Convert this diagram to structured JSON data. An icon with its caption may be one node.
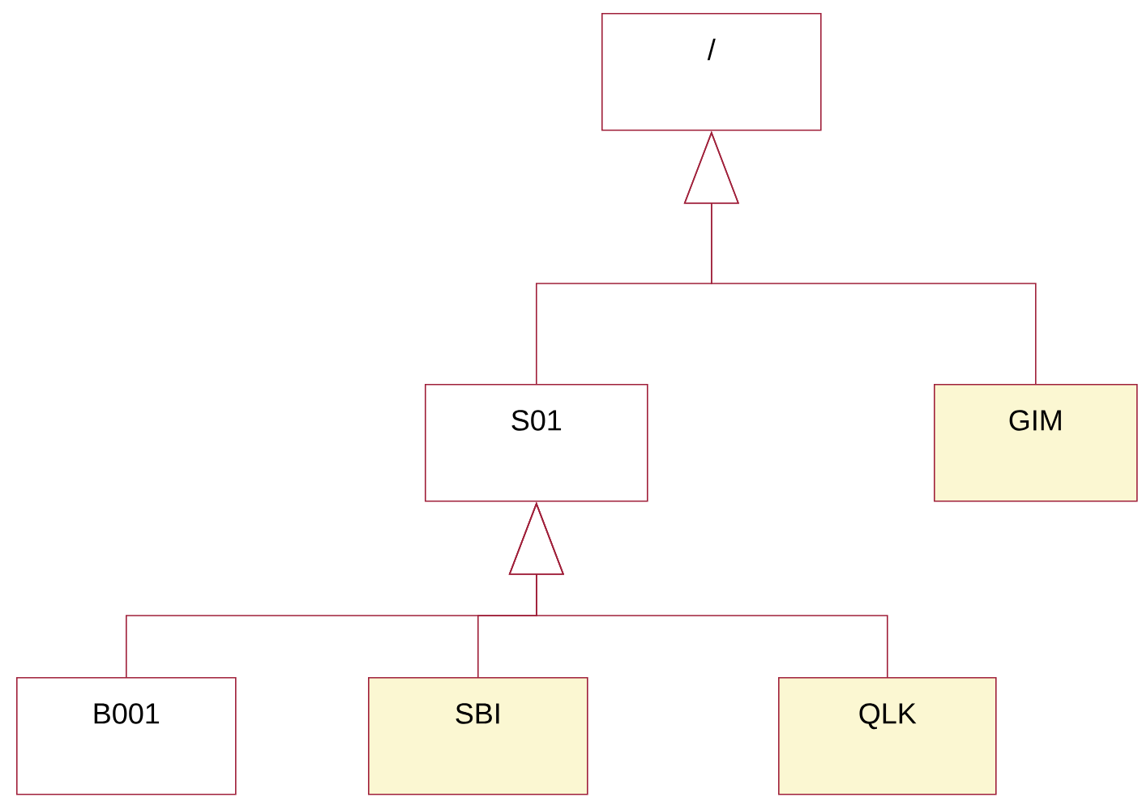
{
  "diagram": {
    "nodes": [
      {
        "text": [
          "/"
        ]
      },
      {
        "text": [
          "S01"
        ]
      },
      {
        "text": [
          "GIM"
        ]
      },
      {
        "text": [
          "B001"
        ]
      },
      {
        "text": [
          "SBI"
        ]
      },
      {
        "text": [
          "QLK"
        ]
      }
    ],
    "edges": [
      {
        "from": 1,
        "to": 0,
        "arrow": "to"
      },
      {
        "from": 2,
        "to": 0,
        "arrow": "to"
      },
      {
        "from": 3,
        "to": 1,
        "arrow": "to"
      },
      {
        "from": 4,
        "to": 1,
        "arrow": "to"
      },
      {
        "from": 5,
        "to": 1,
        "arrow": "to"
      }
    ]
  }
}
